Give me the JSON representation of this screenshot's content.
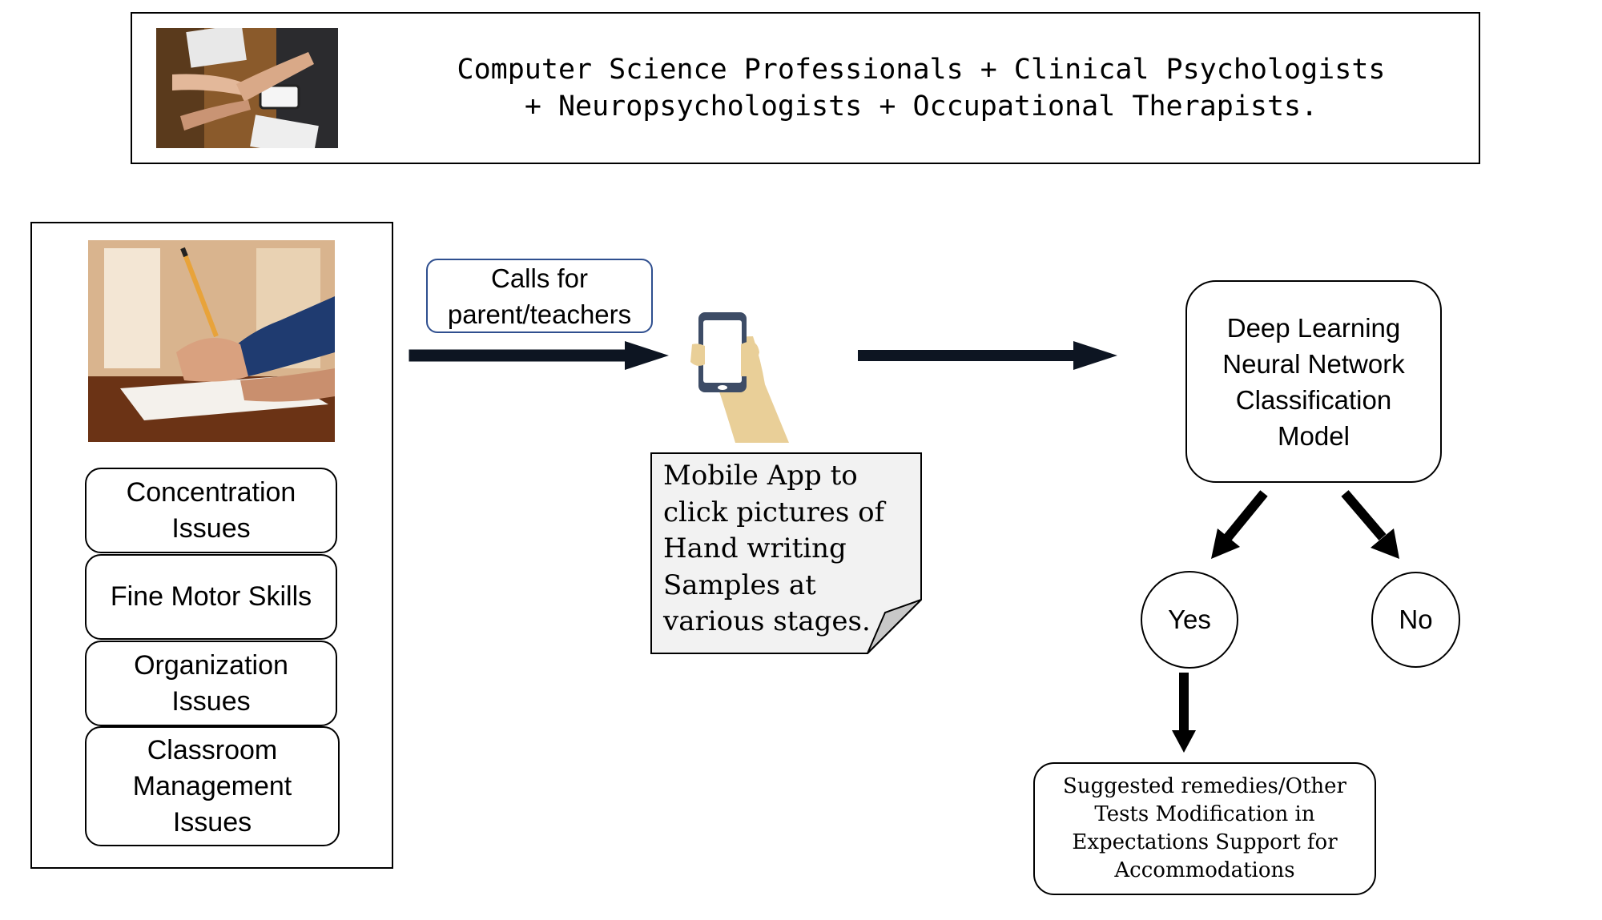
{
  "header": {
    "line1": "Computer Science Professionals + Clinical Psychologists",
    "line2": "+ Neuropsychologists + Occupational Therapists."
  },
  "left_panel": {
    "issues": [
      {
        "line1": "Concentration",
        "line2": "Issues"
      },
      {
        "line1": "Fine Motor Skills"
      },
      {
        "line1": "Organization",
        "line2": "Issues"
      },
      {
        "line1": "Classroom",
        "line2": "Management",
        "line3": "Issues"
      }
    ]
  },
  "calls": {
    "line1": "Calls for",
    "line2": "parent/teachers"
  },
  "app_note": {
    "lines": [
      "Mobile App to",
      "click pictures of",
      "Hand writing",
      "Samples at",
      "various stages."
    ]
  },
  "model": {
    "lines": [
      "Deep Learning",
      "Neural Network",
      "Classification",
      "Model"
    ]
  },
  "decision": {
    "yes": "Yes",
    "no": "No"
  },
  "remedies": {
    "lines": [
      "Suggested remedies/Other",
      "Tests Modification in",
      "Expectations Support for",
      "Accommodations"
    ]
  },
  "colors": {
    "arrow": "#0d1522",
    "call_border": "#2f4f8f",
    "note_fill": "#f2f2f2",
    "fold_fill": "#c8c8c8",
    "hand": "#e9cf98",
    "phone_body": "#3d4c66",
    "wood": "#8a5a2b"
  }
}
